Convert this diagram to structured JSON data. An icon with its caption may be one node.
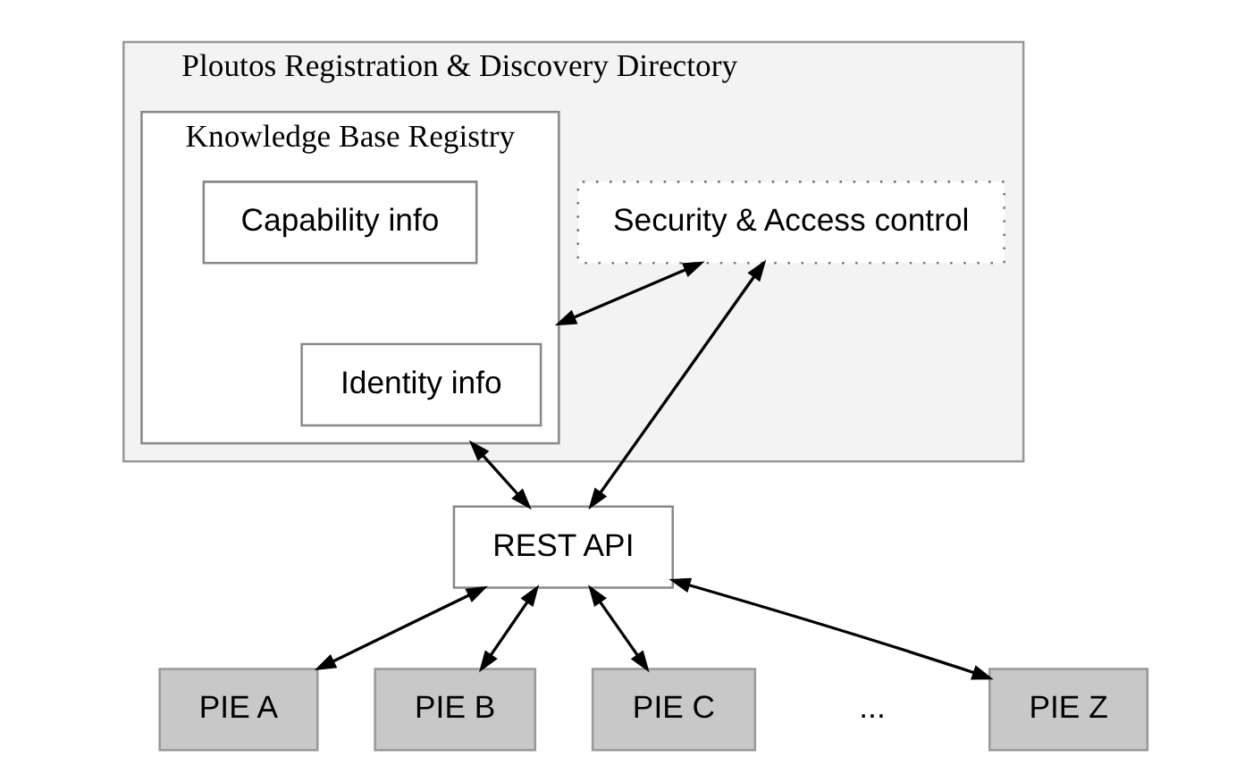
{
  "diagram": {
    "nodes": [
      {
        "text": [
          "Ploutos Registration & Discovery Directory"
        ]
      },
      {
        "text": [
          "Knowledge Base Registry"
        ],
        "in": 0
      },
      {
        "text": [
          "Identity info"
        ],
        "in": 1
      },
      {
        "text": [
          "Capability info"
        ],
        "in": 1
      },
      {
        "text": [
          "Security & Access control"
        ],
        "in": 0
      },
      {
        "text": [
          "REST API"
        ]
      },
      {
        "text": [
          "PIE A"
        ]
      },
      {
        "text": [
          "PIE B"
        ]
      },
      {
        "text": [
          "PIE C"
        ]
      },
      {
        "text": [
          "PIE Z"
        ]
      }
    ],
    "edges": [
      {
        "from": 4,
        "to": 1,
        "arrow": "both"
      },
      {
        "from": 1,
        "to": 5,
        "arrow": "both"
      },
      {
        "from": 4,
        "to": 5,
        "arrow": "both"
      },
      {
        "from": 5,
        "to": 6,
        "arrow": "both"
      },
      {
        "from": 5,
        "to": 7,
        "arrow": "both"
      },
      {
        "from": 5,
        "to": 8,
        "arrow": "both"
      },
      {
        "from": 5,
        "to": 9,
        "arrow": "both"
      }
    ],
    "labels": [
      "..."
    ]
  }
}
